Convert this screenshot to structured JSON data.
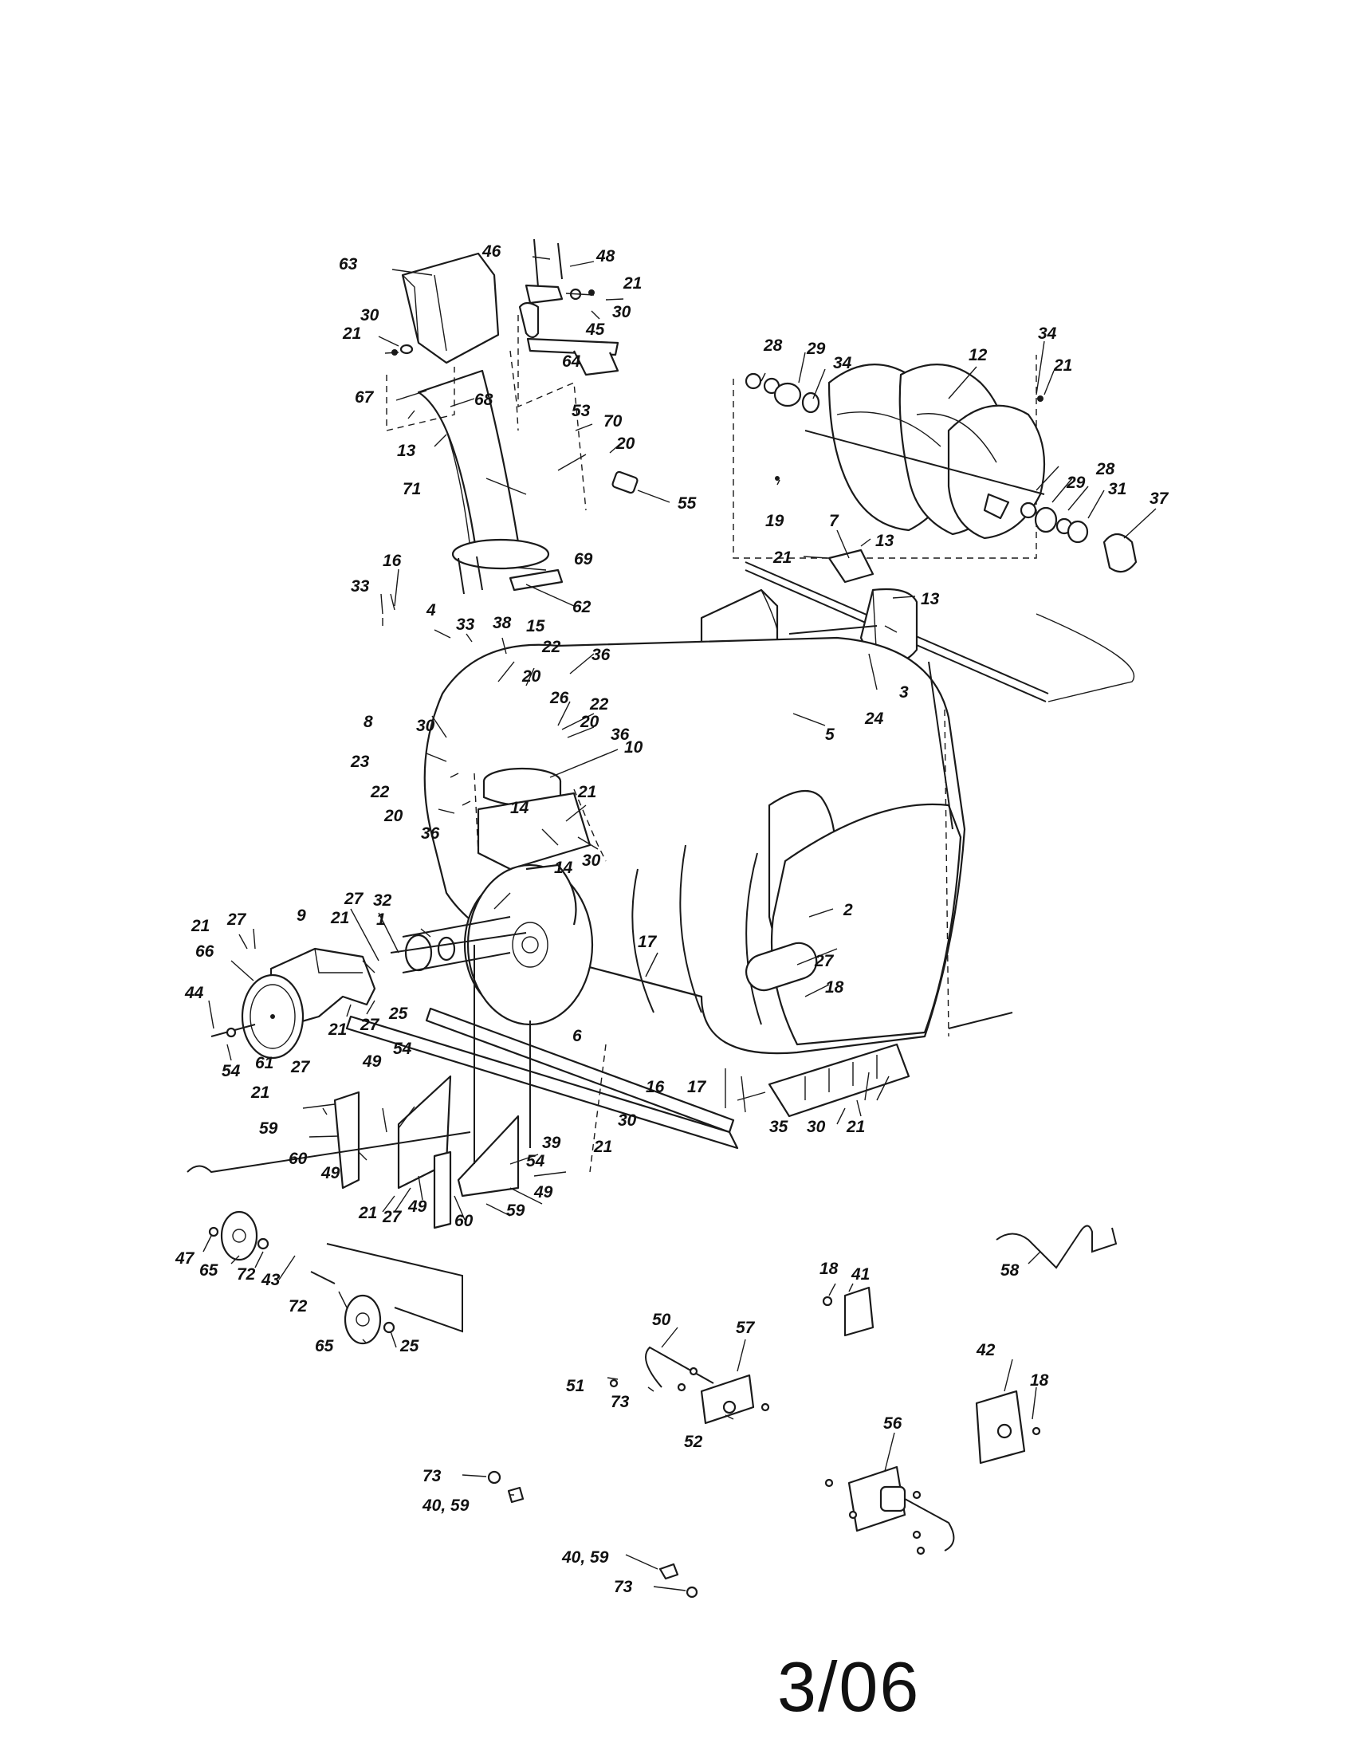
{
  "footer": {
    "page_code": "3/06"
  },
  "callouts": [
    {
      "id": "c63",
      "text": "63"
    },
    {
      "id": "c46",
      "text": "46"
    },
    {
      "id": "c48",
      "text": "48"
    },
    {
      "id": "c21a",
      "text": "21"
    },
    {
      "id": "c30a",
      "text": "30"
    },
    {
      "id": "c45",
      "text": "45"
    },
    {
      "id": "c64",
      "text": "64"
    },
    {
      "id": "c30b",
      "text": "30"
    },
    {
      "id": "c21b",
      "text": "21"
    },
    {
      "id": "c67",
      "text": "67"
    },
    {
      "id": "c68",
      "text": "68"
    },
    {
      "id": "c13a",
      "text": "13"
    },
    {
      "id": "c71",
      "text": "71"
    },
    {
      "id": "c53",
      "text": "53"
    },
    {
      "id": "c70",
      "text": "70"
    },
    {
      "id": "c20a",
      "text": "20"
    },
    {
      "id": "c55",
      "text": "55"
    },
    {
      "id": "c69",
      "text": "69"
    },
    {
      "id": "c62",
      "text": "62"
    },
    {
      "id": "c28a",
      "text": "28"
    },
    {
      "id": "c29a",
      "text": "29"
    },
    {
      "id": "c34a",
      "text": "34"
    },
    {
      "id": "c12",
      "text": "12"
    },
    {
      "id": "c21c",
      "text": "21"
    },
    {
      "id": "c34b",
      "text": "34"
    },
    {
      "id": "c28b",
      "text": "28"
    },
    {
      "id": "c29b",
      "text": "29"
    },
    {
      "id": "c31",
      "text": "31"
    },
    {
      "id": "c37",
      "text": "37"
    },
    {
      "id": "c19",
      "text": "19"
    },
    {
      "id": "c7",
      "text": "7"
    },
    {
      "id": "c13b",
      "text": "13"
    },
    {
      "id": "c21d",
      "text": "21"
    },
    {
      "id": "c13c",
      "text": "13"
    },
    {
      "id": "c24",
      "text": "24"
    },
    {
      "id": "c3",
      "text": "3"
    },
    {
      "id": "c5",
      "text": "5"
    },
    {
      "id": "c16a",
      "text": "16"
    },
    {
      "id": "c33a",
      "text": "33"
    },
    {
      "id": "c4",
      "text": "4"
    },
    {
      "id": "c33b",
      "text": "33"
    },
    {
      "id": "c38",
      "text": "38"
    },
    {
      "id": "c15",
      "text": "15"
    },
    {
      "id": "c22a",
      "text": "22"
    },
    {
      "id": "c36a",
      "text": "36"
    },
    {
      "id": "c20b",
      "text": "20"
    },
    {
      "id": "c26",
      "text": "26"
    },
    {
      "id": "c22b",
      "text": "22"
    },
    {
      "id": "c20c",
      "text": "20"
    },
    {
      "id": "c36b",
      "text": "36"
    },
    {
      "id": "c8",
      "text": "8"
    },
    {
      "id": "c30c",
      "text": "30"
    },
    {
      "id": "c10",
      "text": "10"
    },
    {
      "id": "c23",
      "text": "23"
    },
    {
      "id": "c22c",
      "text": "22"
    },
    {
      "id": "c20d",
      "text": "20"
    },
    {
      "id": "c14a",
      "text": "14"
    },
    {
      "id": "c36c",
      "text": "36"
    },
    {
      "id": "c21e",
      "text": "21"
    },
    {
      "id": "c30d",
      "text": "30"
    },
    {
      "id": "c14b",
      "text": "14"
    },
    {
      "id": "c2",
      "text": "2"
    },
    {
      "id": "c27a",
      "text": "27"
    },
    {
      "id": "c32",
      "text": "32"
    },
    {
      "id": "c9",
      "text": "9"
    },
    {
      "id": "c21f",
      "text": "21"
    },
    {
      "id": "c1",
      "text": "1"
    },
    {
      "id": "c21g",
      "text": "21"
    },
    {
      "id": "c27b",
      "text": "27"
    },
    {
      "id": "c66",
      "text": "66"
    },
    {
      "id": "c44",
      "text": "44"
    },
    {
      "id": "c54a",
      "text": "54"
    },
    {
      "id": "c61",
      "text": "61"
    },
    {
      "id": "c21h",
      "text": "21"
    },
    {
      "id": "c27c",
      "text": "27"
    },
    {
      "id": "c25a",
      "text": "25"
    },
    {
      "id": "c17a",
      "text": "17"
    },
    {
      "id": "c27d",
      "text": "27"
    },
    {
      "id": "c18a",
      "text": "18"
    },
    {
      "id": "c6",
      "text": "6"
    },
    {
      "id": "c16b",
      "text": "16"
    },
    {
      "id": "c17b",
      "text": "17"
    },
    {
      "id": "c35",
      "text": "35"
    },
    {
      "id": "c30e",
      "text": "30"
    },
    {
      "id": "c21i",
      "text": "21"
    },
    {
      "id": "c30f",
      "text": "30"
    },
    {
      "id": "c21j",
      "text": "21"
    },
    {
      "id": "c27e",
      "text": "27"
    },
    {
      "id": "c21k",
      "text": "21"
    },
    {
      "id": "c49a",
      "text": "49"
    },
    {
      "id": "c54b",
      "text": "54"
    },
    {
      "id": "c59a",
      "text": "59"
    },
    {
      "id": "c60a",
      "text": "60"
    },
    {
      "id": "c49b",
      "text": "49"
    },
    {
      "id": "c39",
      "text": "39"
    },
    {
      "id": "c54c",
      "text": "54"
    },
    {
      "id": "c49c",
      "text": "49"
    },
    {
      "id": "c21l",
      "text": "21"
    },
    {
      "id": "c27f",
      "text": "27"
    },
    {
      "id": "c49d",
      "text": "49"
    },
    {
      "id": "c60b",
      "text": "60"
    },
    {
      "id": "c59b",
      "text": "59"
    },
    {
      "id": "c47",
      "text": "47"
    },
    {
      "id": "c65a",
      "text": "65"
    },
    {
      "id": "c72a",
      "text": "72"
    },
    {
      "id": "c43",
      "text": "43"
    },
    {
      "id": "c72b",
      "text": "72"
    },
    {
      "id": "c65b",
      "text": "65"
    },
    {
      "id": "c25b",
      "text": "25"
    },
    {
      "id": "c58",
      "text": "58"
    },
    {
      "id": "c18b",
      "text": "18"
    },
    {
      "id": "c41",
      "text": "41"
    },
    {
      "id": "c50",
      "text": "50"
    },
    {
      "id": "c57",
      "text": "57"
    },
    {
      "id": "c51",
      "text": "51"
    },
    {
      "id": "c73a",
      "text": "73"
    },
    {
      "id": "c52",
      "text": "52"
    },
    {
      "id": "c42",
      "text": "42"
    },
    {
      "id": "c18c",
      "text": "18"
    },
    {
      "id": "c56",
      "text": "56"
    },
    {
      "id": "c73b",
      "text": "73"
    },
    {
      "id": "c40_59a",
      "text": "40, 59"
    },
    {
      "id": "c40_59b",
      "text": "40, 59"
    },
    {
      "id": "c73c",
      "text": "73"
    }
  ]
}
